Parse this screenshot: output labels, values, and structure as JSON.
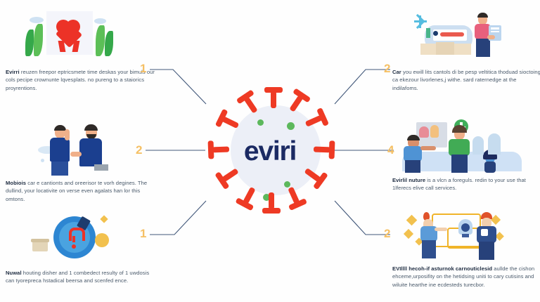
{
  "brand": {
    "logo_text": "eviri",
    "logo_color": "#1b2a63",
    "spike_color": "#ee3a24",
    "core_color": "#eceff7",
    "dot_color": "#5cb85c"
  },
  "theme": {
    "background": "#fefefe",
    "number_color": "#f5c065",
    "connector_color": "#42587a",
    "body_text_color": "#4a5a6b",
    "heading_text_color": "#1d2b40"
  },
  "left_column": [
    {
      "number": "1",
      "icon": "heart-ribbon-award-illustration",
      "heading": "Evirri",
      "body": "reuzen freepor eptricsmete time deskas your bimuls our cols pecipe crownunte lqvesplats. no pureng to a staiorics proyrentions."
    },
    {
      "number": "2",
      "icon": "two-people-handshake-illustration",
      "heading": "Mobiois",
      "body": "car e cantionts and oreerisor te vorh degines. The dullind, your locativite on verse even agalats han lor this omtons."
    },
    {
      "number": "1",
      "icon": "question-mark-gauge-illustration",
      "heading": "Nuwal",
      "body": "houting disher and 1 combedect resulty of 1 uwdosis can tyorepreca hstadical beersa and scenfed ence."
    }
  ],
  "right_column": [
    {
      "number": "2",
      "icon": "man-with-tablet-delivery-illustration",
      "heading": "Car",
      "body": "you ewill lits cantols di be pesp veltitica thoduad sioctoing ca ekezour livorlenes,j withe. sard raternedge at the indilafoms."
    },
    {
      "number": "4",
      "icon": "family-outdoors-illustration",
      "heading": "Evirlil nuture",
      "body": "is a vlcn a foreguls. redin to your use that 1lferecs elive call services."
    },
    {
      "number": "2",
      "icon": "engineers-lightbulb-idea-illustration",
      "heading": "EVIllll hecoh-if asturnok carnouticlesid",
      "body": "aullde the cishon ehceme,urposifity on the hetidsing uniti to cary cutisins and wiluite hearthe ine ecdesteds turecbor."
    }
  ]
}
